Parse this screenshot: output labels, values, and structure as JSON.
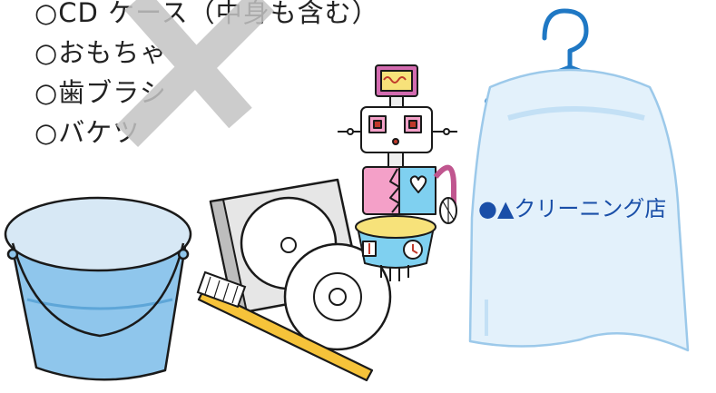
{
  "items": [
    {
      "label": "○CD ケース（中身も含む）"
    },
    {
      "label": "○おもちゃ"
    },
    {
      "label": "○歯ブラシ"
    },
    {
      "label": "○バケツ"
    }
  ],
  "bag_label": "●▲クリーニング店",
  "colors": {
    "text": "#222222",
    "cross": "#c4c4c4",
    "hanger": "#1f78c4",
    "bag_fill": "#e3f1fb",
    "bag_label": "#1a4fa8",
    "bucket_fill": "#8fc6ec",
    "bucket_rim": "#d7e8f5",
    "toothbrush": "#f6c33a",
    "robot_pink": "#f4a0c8",
    "robot_cyan": "#7fd0f0",
    "robot_yellow": "#f7e27a"
  }
}
